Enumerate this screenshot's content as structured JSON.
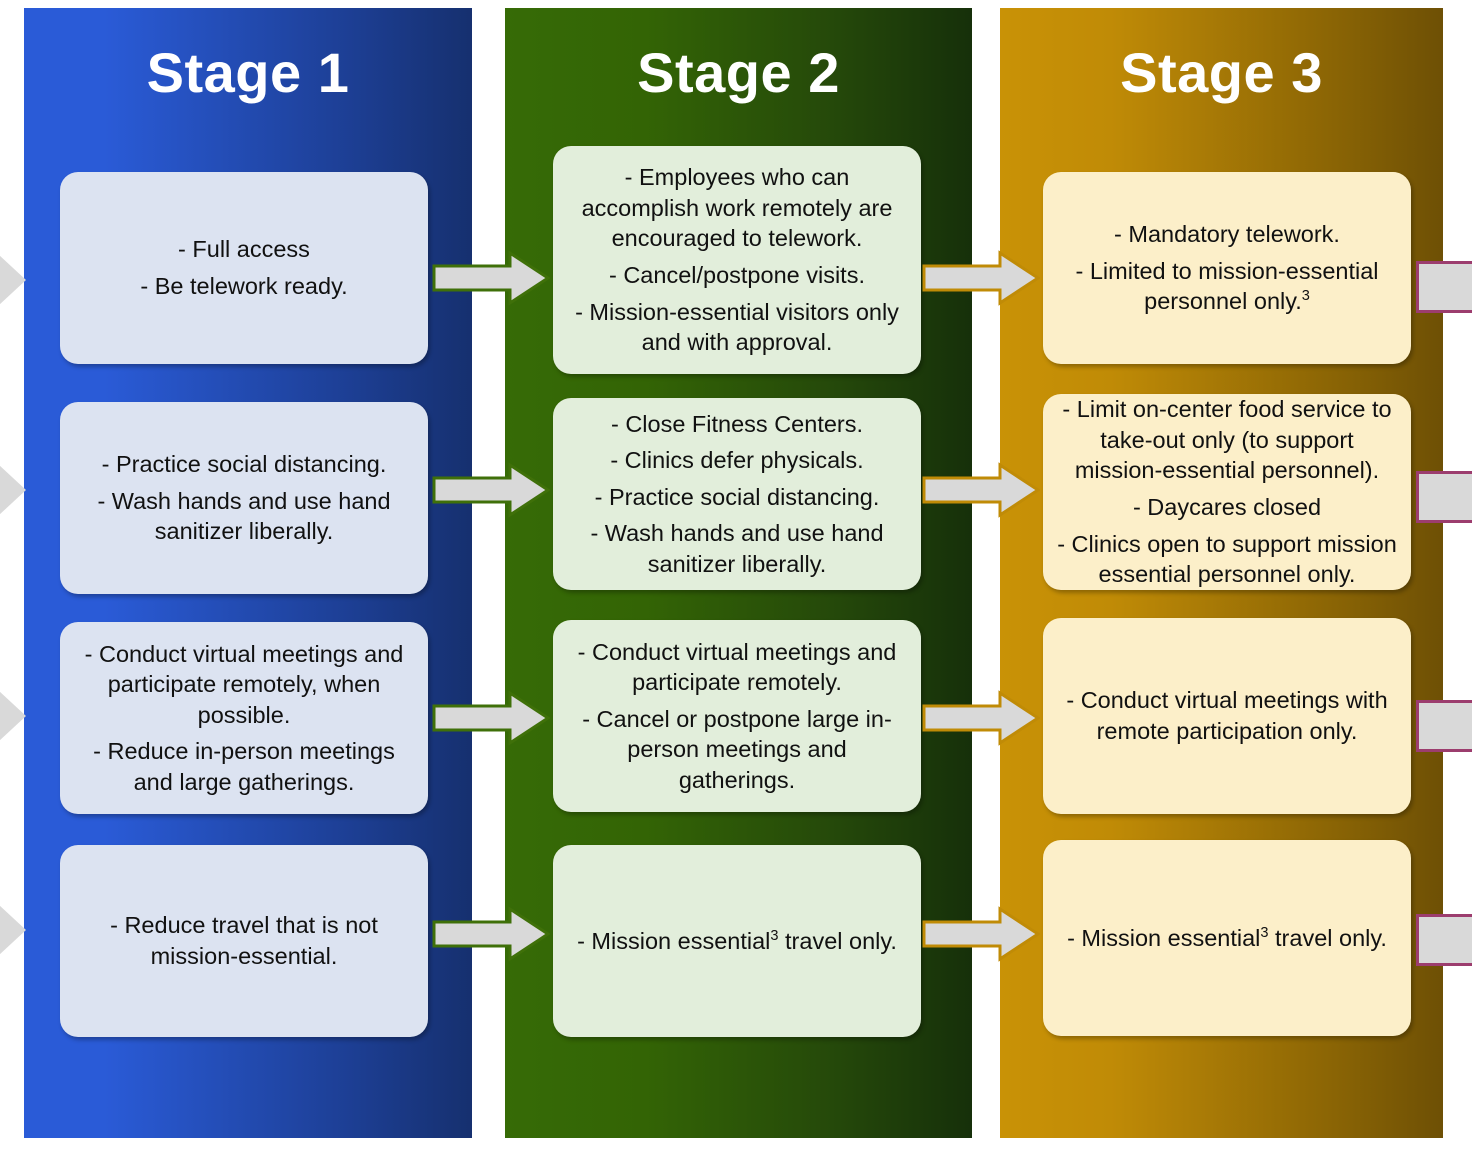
{
  "diagram": {
    "title_hidden": "",
    "columns": [
      {
        "id": "stage-1",
        "title": "Stage 1",
        "accent": "#2a5bd7",
        "box_fill": "#dce3f1",
        "boxes": [
          {
            "lines": [
              "- Full access",
              "- Be telework ready."
            ]
          },
          {
            "lines": [
              "- Practice social distancing.",
              "- Wash hands and use hand sanitizer liberally."
            ]
          },
          {
            "lines": [
              "- Conduct virtual meetings and participate remotely, when possible.",
              "- Reduce in-person meetings and large gatherings."
            ]
          },
          {
            "lines": [
              "- Reduce travel that is not mission-essential."
            ]
          }
        ]
      },
      {
        "id": "stage-2",
        "title": "Stage 2",
        "accent": "#366b06",
        "box_fill": "#e2eedb",
        "boxes": [
          {
            "lines": [
              "- Employees who can accomplish work remotely are encouraged to telework.",
              "- Cancel/postpone visits.",
              "- Mission-essential visitors only and with approval."
            ]
          },
          {
            "lines": [
              "- Close Fitness Centers.",
              "- Clinics defer physicals.",
              "- Practice social distancing.",
              "- Wash hands and use hand sanitizer liberally."
            ]
          },
          {
            "lines": [
              "- Conduct virtual meetings and participate remotely.",
              "- Cancel or postpone large in-person meetings and gatherings."
            ]
          },
          {
            "lines_html": [
              "- Mission essential<sup>3</sup> travel only."
            ]
          }
        ]
      },
      {
        "id": "stage-3",
        "title": "Stage 3",
        "accent": "#c99206",
        "box_fill": "#fcefc9",
        "boxes": [
          {
            "lines_html": [
              "- Mandatory telework.",
              "- Limited to mission-essential personnel only.<sup>3</sup>"
            ]
          },
          {
            "lines": [
              "- Limit on-center food service to take-out only (to support mission-essential personnel).",
              "- Daycares closed",
              "- Clinics open to support mission essential personnel only."
            ]
          },
          {
            "lines": [
              "- Conduct virtual meetings with remote participation only."
            ]
          },
          {
            "lines_html": [
              "- Mission essential<sup>3</sup> travel only."
            ]
          }
        ]
      }
    ],
    "arrows": [
      {
        "name": "arrow-into-stage-1-row-1",
        "border": "none",
        "fill": "#d9d9d9"
      },
      {
        "name": "arrow-into-stage-1-row-2",
        "border": "none",
        "fill": "#d9d9d9"
      },
      {
        "name": "arrow-into-stage-1-row-3",
        "border": "none",
        "fill": "#d9d9d9"
      },
      {
        "name": "arrow-into-stage-1-row-4",
        "border": "none",
        "fill": "#d9d9d9"
      },
      {
        "name": "arrow-stage-1-to-2-row-1",
        "border": "#3f7009",
        "fill": "#d9d9d9"
      },
      {
        "name": "arrow-stage-1-to-2-row-2",
        "border": "#3f7009",
        "fill": "#d9d9d9"
      },
      {
        "name": "arrow-stage-1-to-2-row-3",
        "border": "#3f7009",
        "fill": "#d9d9d9"
      },
      {
        "name": "arrow-stage-1-to-2-row-4",
        "border": "#3f7009",
        "fill": "#d9d9d9"
      },
      {
        "name": "arrow-stage-2-to-3-row-1",
        "border": "#c08b06",
        "fill": "#d9d9d9"
      },
      {
        "name": "arrow-stage-2-to-3-row-2",
        "border": "#c08b06",
        "fill": "#d9d9d9"
      },
      {
        "name": "arrow-stage-2-to-3-row-3",
        "border": "#c08b06",
        "fill": "#d9d9d9"
      },
      {
        "name": "arrow-stage-2-to-3-row-4",
        "border": "#c08b06",
        "fill": "#d9d9d9"
      }
    ],
    "stubs": [
      {
        "name": "arrow-out-of-stage-3-row-1",
        "border": "#9c3d6e",
        "fill": "#d9d9d9"
      },
      {
        "name": "arrow-out-of-stage-3-row-2",
        "border": "#9c3d6e",
        "fill": "#d9d9d9"
      },
      {
        "name": "arrow-out-of-stage-3-row-3",
        "border": "#9c3d6e",
        "fill": "#d9d9d9"
      },
      {
        "name": "arrow-out-of-stage-3-row-4",
        "border": "#9c3d6e",
        "fill": "#d9d9d9"
      }
    ],
    "footnote_marker": "3"
  }
}
